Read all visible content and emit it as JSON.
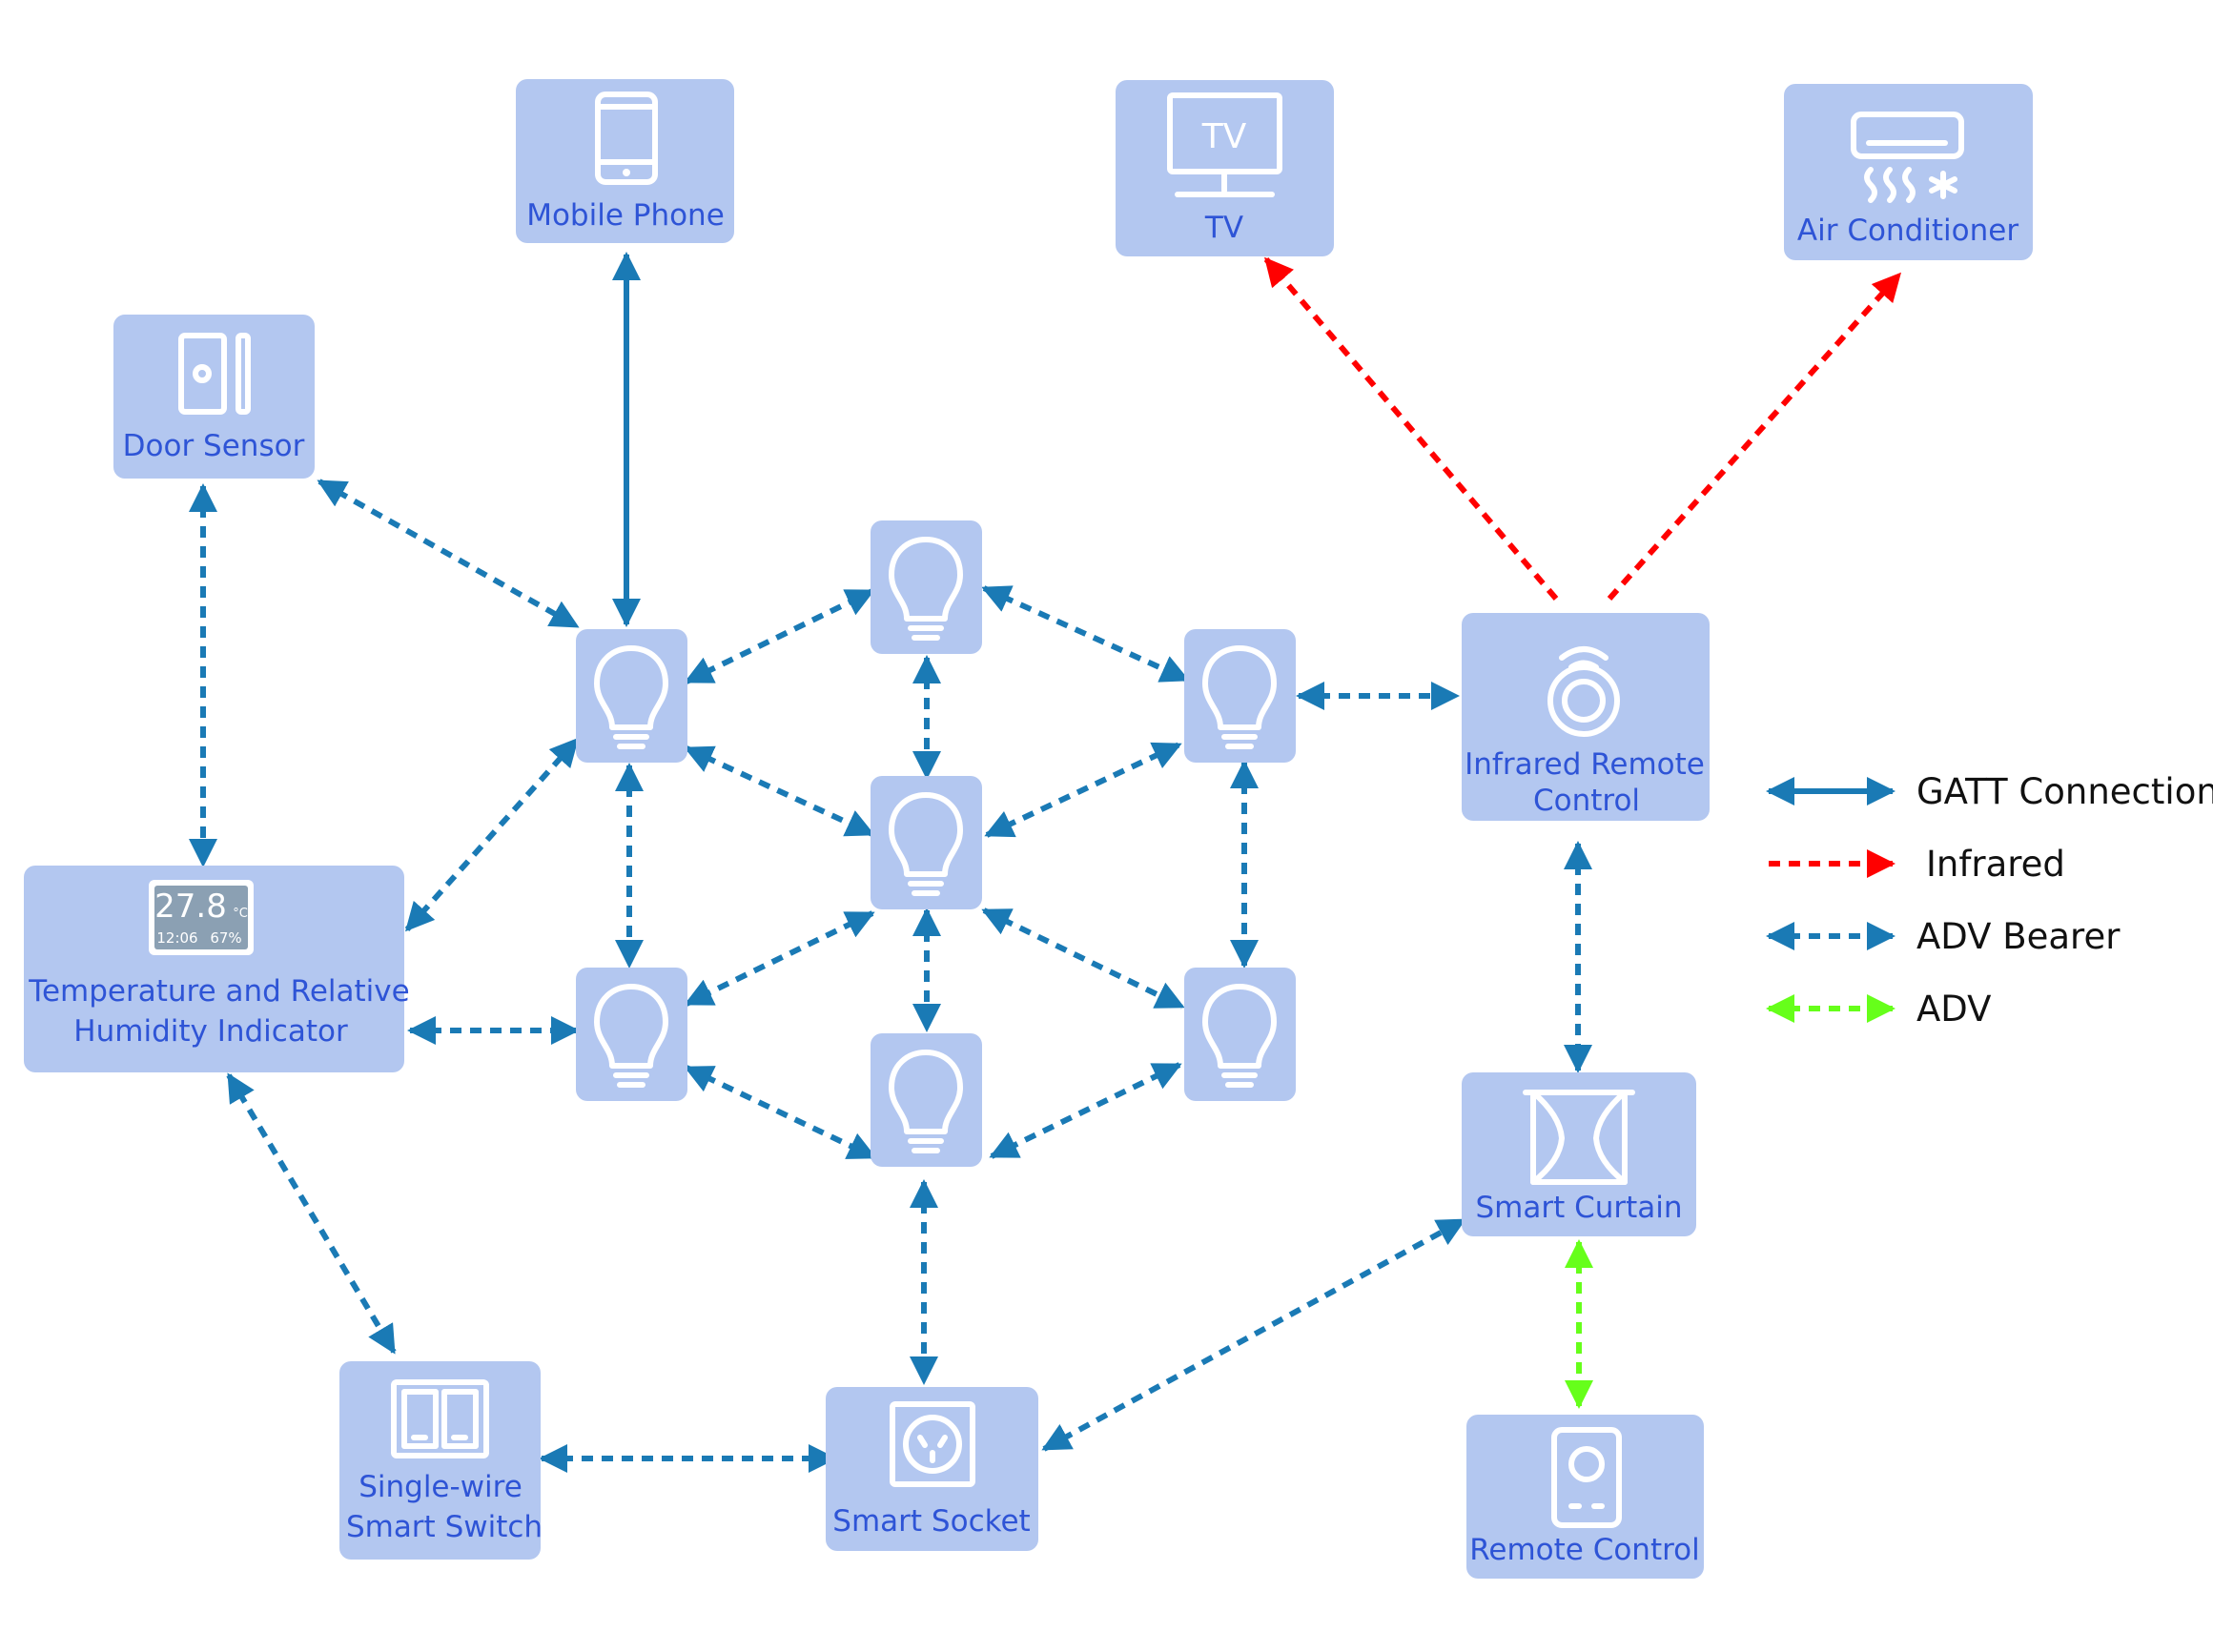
{
  "nodes": {
    "mobile_phone": {
      "label": "Mobile Phone"
    },
    "door_sensor": {
      "label": "Door Sensor"
    },
    "tv": {
      "label": "TV",
      "screen_text": "TV"
    },
    "air_conditioner": {
      "label": "Air Conditioner"
    },
    "infrared_remote": {
      "label_line1": "Infrared Remote",
      "label_line2": "Control"
    },
    "temp_humidity": {
      "label_line1": "Temperature and Relative",
      "label_line2": "Humidity Indicator",
      "display_temp": "27.8",
      "display_unit": "°C",
      "display_time": "12:06",
      "display_humidity": "67%"
    },
    "smart_curtain": {
      "label": "Smart Curtain"
    },
    "remote_control": {
      "label": "Remote Control"
    },
    "single_wire_switch": {
      "label_line1": "Single-wire",
      "label_line2": "Smart Switch"
    },
    "smart_socket": {
      "label": "Smart Socket"
    }
  },
  "legend": [
    {
      "label": "GATT Connection",
      "type": "gatt",
      "color": "#1a7ab5"
    },
    {
      "label": "Infrared",
      "type": "infrared",
      "color": "#ff0000"
    },
    {
      "label": "ADV Bearer",
      "type": "adv_bearer",
      "color": "#1a7ab5"
    },
    {
      "label": "ADV",
      "type": "adv",
      "color": "#66ff1a"
    }
  ],
  "colors": {
    "node_fill": "#b3c7f0",
    "label_text": "#2e54d6",
    "gatt": "#1a7ab5",
    "adv_bearer": "#1a7ab5",
    "infrared": "#ff0000",
    "adv": "#66ff1a"
  },
  "icons": [
    "mobile-phone-icon",
    "door-sensor-icon",
    "tv-icon",
    "air-conditioner-icon",
    "infrared-remote-icon",
    "lcd-display-icon",
    "curtain-icon",
    "remote-control-icon",
    "light-switch-icon",
    "power-socket-icon",
    "light-bulb-icon"
  ]
}
